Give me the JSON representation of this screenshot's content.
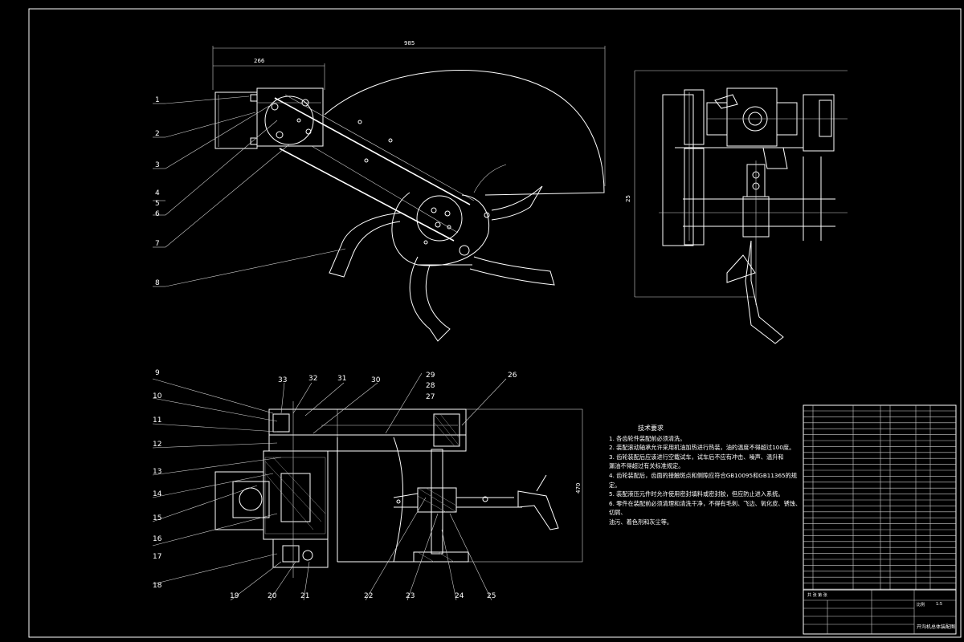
{
  "drawing": {
    "dims": {
      "overall_length": "985",
      "arm_width": "266",
      "side_height": "25",
      "bottom_right": "470"
    },
    "callouts": [
      "1",
      "2",
      "3",
      "4",
      "5",
      "6",
      "7",
      "8",
      "9",
      "10",
      "11",
      "12",
      "13",
      "14",
      "15",
      "16",
      "17",
      "18",
      "19",
      "20",
      "21",
      "22",
      "23",
      "24",
      "25",
      "26",
      "27",
      "28",
      "29",
      "30",
      "31",
      "32",
      "33"
    ]
  },
  "notes": {
    "title": "技术要求",
    "items": [
      "1. 各齿轮件装配前必须清洗。",
      "2. 装配滚动轴承允许采用机油加热进行热装，油的温度不得超过100度。",
      "3. 齿轮装配后应该进行空载试车，试车后不应有冲击、噪声、温升和",
      "漏油不得超过有关标准规定。",
      "4. 齿轮装配后，齿面的接触斑点和侧隙应符合GB10095和GB11365的规定。",
      "5. 装配液压元件时允许使用密封填料或密封胶，但应防止进入系统。",
      "6. 零件在装配前必须清理和清洗干净，不得有毛刺、飞边、氧化皮、锈蚀、切屑、",
      "油污、着色剂和灰尘等。"
    ]
  },
  "title_block": {
    "drawing_name": "开沟机总体装配图",
    "scale_label": "比例",
    "scale_value": "1:5",
    "sheet": "共 张 第 张"
  }
}
